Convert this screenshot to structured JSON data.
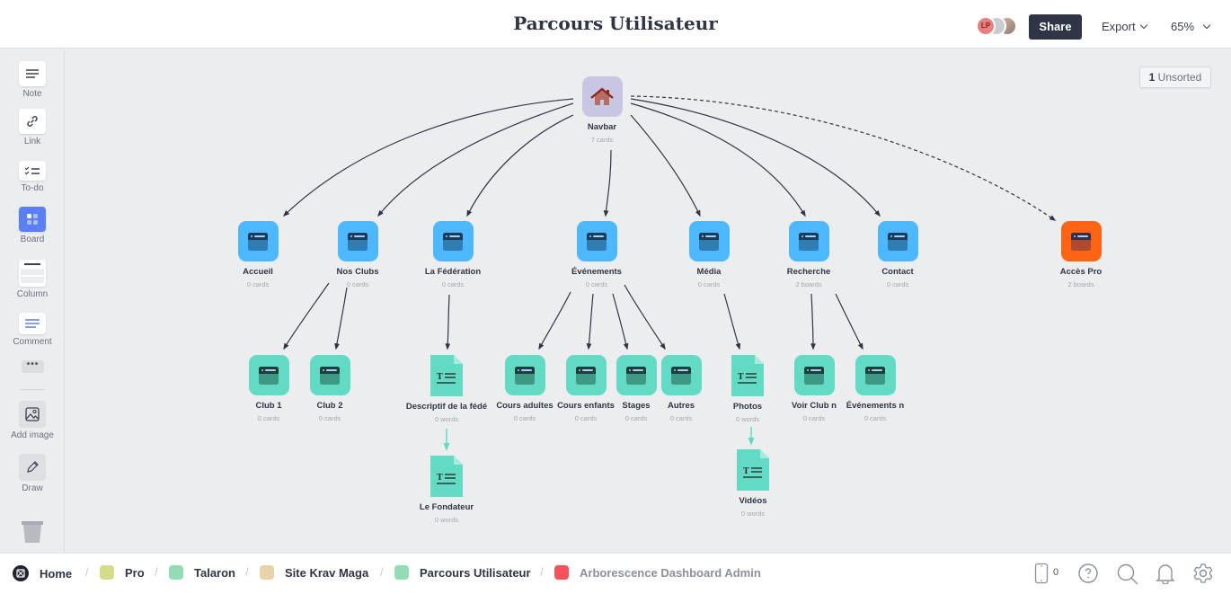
{
  "header": {
    "title": "Parcours Utilisateur",
    "avatar_initials": "LP",
    "share_label": "Share",
    "export_label": "Export",
    "zoom_level": "65%"
  },
  "sidebar": {
    "tools": [
      {
        "label": "Note",
        "icon": "note-icon"
      },
      {
        "label": "Link",
        "icon": "link-icon"
      },
      {
        "label": "To-do",
        "icon": "todo-icon"
      },
      {
        "label": "Board",
        "icon": "board-icon"
      },
      {
        "label": "Column",
        "icon": "column-icon"
      },
      {
        "label": "Comment",
        "icon": "comment-icon"
      },
      {
        "label": "Add image",
        "icon": "image-icon"
      },
      {
        "label": "Draw",
        "icon": "pencil-icon"
      }
    ],
    "more_label": "•••",
    "trash_label": "Trash"
  },
  "canvas": {
    "unsorted_count": "1",
    "unsorted_label": "Unsorted",
    "nodes": [
      {
        "id": "navbar",
        "name": "Navbar",
        "meta": "7 cards",
        "type": "board",
        "color": "lavender"
      },
      {
        "id": "accueil",
        "name": "Accueil",
        "meta": "0 cards",
        "type": "board",
        "color": "blue"
      },
      {
        "id": "nosclubs",
        "name": "Nos Clubs",
        "meta": "0 cards",
        "type": "board",
        "color": "blue"
      },
      {
        "id": "federation",
        "name": "La Fédération",
        "meta": "0 cards",
        "type": "board",
        "color": "blue"
      },
      {
        "id": "evenements",
        "name": "Événements",
        "meta": "0 cards",
        "type": "board",
        "color": "blue"
      },
      {
        "id": "media",
        "name": "Média",
        "meta": "0 cards",
        "type": "board",
        "color": "blue"
      },
      {
        "id": "recherche",
        "name": "Recherche",
        "meta": "2 boards",
        "type": "board",
        "color": "blue"
      },
      {
        "id": "contact",
        "name": "Contact",
        "meta": "0 cards",
        "type": "board",
        "color": "blue"
      },
      {
        "id": "accespro",
        "name": "Accès Pro",
        "meta": "2 boards",
        "type": "board",
        "color": "orange"
      },
      {
        "id": "club1",
        "name": "Club 1",
        "meta": "0 cards",
        "type": "board",
        "color": "teal"
      },
      {
        "id": "club2",
        "name": "Club 2",
        "meta": "0 cards",
        "type": "board",
        "color": "teal"
      },
      {
        "id": "descriptif",
        "name": "Descriptif de la fédé",
        "meta": "0 words",
        "type": "document",
        "color": "teal"
      },
      {
        "id": "coursadultes",
        "name": "Cours adultes",
        "meta": "0 cards",
        "type": "board",
        "color": "teal"
      },
      {
        "id": "coursenfants",
        "name": "Cours enfants",
        "meta": "0 cards",
        "type": "board",
        "color": "teal"
      },
      {
        "id": "stages",
        "name": "Stages",
        "meta": "0 cards",
        "type": "board",
        "color": "teal"
      },
      {
        "id": "autres",
        "name": "Autres",
        "meta": "0 cards",
        "type": "board",
        "color": "teal"
      },
      {
        "id": "photos",
        "name": "Photos",
        "meta": "0 words",
        "type": "document",
        "color": "teal"
      },
      {
        "id": "voirclub",
        "name": "Voir Club n",
        "meta": "0 cards",
        "type": "board",
        "color": "teal"
      },
      {
        "id": "evenementsn",
        "name": "Événements n",
        "meta": "0 cards",
        "type": "board",
        "color": "teal"
      },
      {
        "id": "fondateur",
        "name": "Le Fondateur",
        "meta": "0 words",
        "type": "document",
        "color": "teal"
      },
      {
        "id": "videos",
        "name": "Vidéos",
        "meta": "0 words",
        "type": "document",
        "color": "teal"
      }
    ],
    "edges": [
      {
        "from": "navbar",
        "to": "accueil",
        "style": "solid"
      },
      {
        "from": "navbar",
        "to": "nosclubs",
        "style": "solid"
      },
      {
        "from": "navbar",
        "to": "federation",
        "style": "solid"
      },
      {
        "from": "navbar",
        "to": "evenements",
        "style": "solid"
      },
      {
        "from": "navbar",
        "to": "media",
        "style": "solid"
      },
      {
        "from": "navbar",
        "to": "recherche",
        "style": "solid"
      },
      {
        "from": "navbar",
        "to": "contact",
        "style": "solid"
      },
      {
        "from": "navbar",
        "to": "accespro",
        "style": "dashed"
      },
      {
        "from": "nosclubs",
        "to": "club1",
        "style": "solid"
      },
      {
        "from": "nosclubs",
        "to": "club2",
        "style": "solid"
      },
      {
        "from": "federation",
        "to": "descriptif",
        "style": "solid"
      },
      {
        "from": "evenements",
        "to": "coursadultes",
        "style": "solid"
      },
      {
        "from": "evenements",
        "to": "coursenfants",
        "style": "solid"
      },
      {
        "from": "evenements",
        "to": "stages",
        "style": "solid"
      },
      {
        "from": "evenements",
        "to": "autres",
        "style": "solid"
      },
      {
        "from": "media",
        "to": "photos",
        "style": "solid"
      },
      {
        "from": "recherche",
        "to": "voirclub",
        "style": "solid"
      },
      {
        "from": "recherche",
        "to": "evenementsn",
        "style": "solid"
      },
      {
        "from": "descriptif",
        "to": "fondateur",
        "style": "teal"
      },
      {
        "from": "photos",
        "to": "videos",
        "style": "teal"
      }
    ]
  },
  "breadcrumbs": [
    {
      "label": "Home",
      "color": "#1f2430"
    },
    {
      "label": "Pro",
      "color": "#d4dc8a"
    },
    {
      "label": "Talaron",
      "color": "#93dcb5"
    },
    {
      "label": "Site Krav Maga",
      "color": "#e8d2a6"
    },
    {
      "label": "Parcours Utilisateur",
      "color": "#93dcb5"
    },
    {
      "label": "Arborescence Dashboard Admin",
      "color": "#f5525a"
    }
  ],
  "bottom_tools": {
    "device_count": "0"
  },
  "colors": {
    "board_blue": "#4db8fd",
    "board_teal": "#63dbc4",
    "board_orange": "#fb6514",
    "navbar_lavender": "#c7c7e4",
    "share_bg": "#2f3544"
  }
}
